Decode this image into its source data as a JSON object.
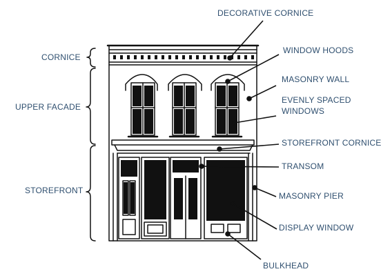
{
  "sections": {
    "cornice": "CORNICE",
    "upper_facade": "UPPER FACADE",
    "storefront": "STOREFRONT"
  },
  "callouts": {
    "decorative_cornice": "DECORATIVE CORNICE",
    "window_hoods": "WINDOW HOODS",
    "masonry_wall": "MASONRY WALL",
    "evenly_spaced_windows_1": "EVENLY SPACED",
    "evenly_spaced_windows_2": "WINDOWS",
    "storefront_cornice": "STOREFRONT CORNICE",
    "transom": "TRANSOM",
    "masonry_pier": "MASONRY PIER",
    "display_window": "DISPLAY WINDOW",
    "bulkhead": "BULKHEAD"
  },
  "colors": {
    "label": "#2f4f6f",
    "ink": "#111111"
  }
}
